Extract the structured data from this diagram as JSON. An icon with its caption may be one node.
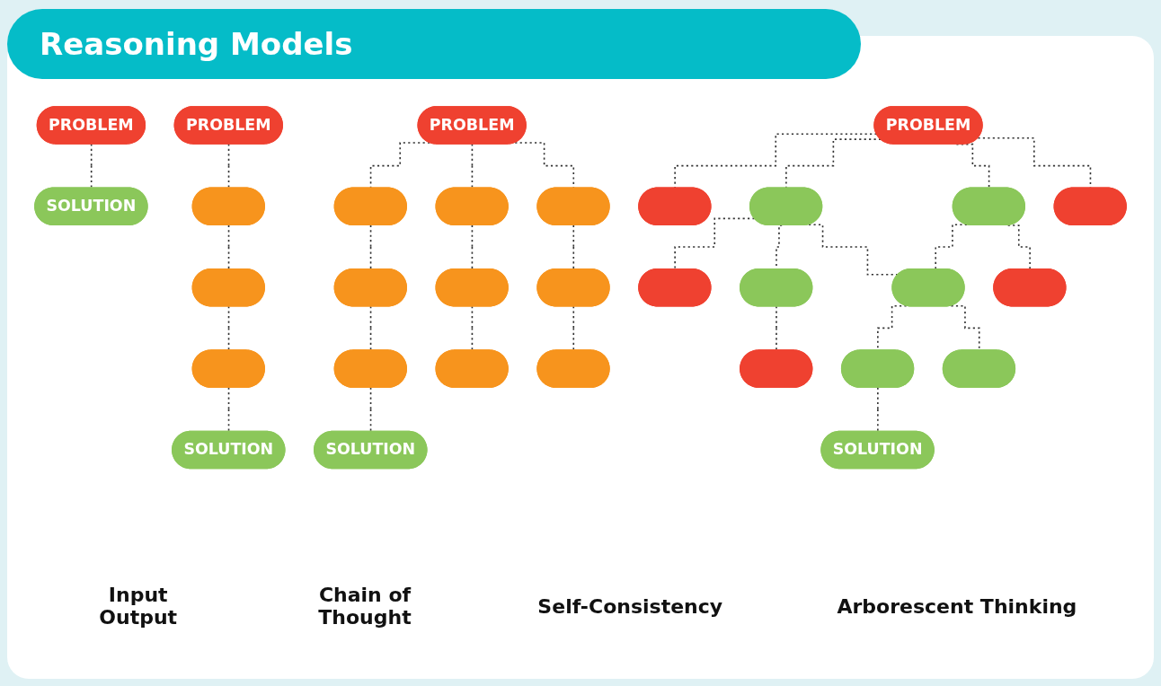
{
  "diagram": {
    "title": "Reasoning Models",
    "nodes": [
      {
        "text": [
          "PROBLEM"
        ]
      },
      {
        "text": [
          "SOLUTION"
        ]
      },
      {
        "text": [
          "PROBLEM"
        ]
      },
      {
        "text": [],
        "shape": "box"
      },
      {
        "text": [],
        "shape": "box"
      },
      {
        "text": [],
        "shape": "box"
      },
      {
        "text": [
          "SOLUTION"
        ]
      },
      {
        "text": [
          "PROBLEM"
        ]
      },
      {
        "text": [],
        "shape": "box"
      },
      {
        "text": [],
        "shape": "box"
      },
      {
        "text": [],
        "shape": "box"
      },
      {
        "text": [],
        "shape": "box"
      },
      {
        "text": [],
        "shape": "box"
      },
      {
        "text": [],
        "shape": "box"
      },
      {
        "text": [],
        "shape": "box"
      },
      {
        "text": [],
        "shape": "box"
      },
      {
        "text": [],
        "shape": "box"
      },
      {
        "text": [
          "SOLUTION"
        ]
      },
      {
        "text": [
          "PROBLEM"
        ]
      },
      {
        "text": [],
        "shape": "box"
      },
      {
        "text": [],
        "shape": "box"
      },
      {
        "text": [],
        "shape": "box"
      },
      {
        "text": [],
        "shape": "box"
      },
      {
        "text": [],
        "shape": "box"
      },
      {
        "text": [],
        "shape": "box"
      },
      {
        "text": [],
        "shape": "box"
      },
      {
        "text": [],
        "shape": "box"
      },
      {
        "text": [],
        "shape": "box"
      },
      {
        "text": [],
        "shape": "box"
      },
      {
        "text": [],
        "shape": "box"
      },
      {
        "text": [
          "SOLUTION"
        ]
      }
    ],
    "edges": [
      {
        "from": 0,
        "to": 1,
        "arrow": "none"
      },
      {
        "from": 2,
        "to": 3,
        "arrow": "none"
      },
      {
        "from": 3,
        "to": 4,
        "arrow": "none"
      },
      {
        "from": 4,
        "to": 5,
        "arrow": "none"
      },
      {
        "from": 5,
        "to": 6,
        "arrow": "none"
      },
      {
        "from": 7,
        "to": 8,
        "arrow": "none"
      },
      {
        "from": 7,
        "to": 9,
        "arrow": "none"
      },
      {
        "from": 7,
        "to": 10,
        "arrow": "none"
      },
      {
        "from": 8,
        "to": 11,
        "arrow": "none"
      },
      {
        "from": 11,
        "to": 14,
        "arrow": "none"
      },
      {
        "from": 14,
        "to": 17,
        "arrow": "none"
      },
      {
        "from": 9,
        "to": 12,
        "arrow": "none"
      },
      {
        "from": 12,
        "to": 15,
        "arrow": "none"
      },
      {
        "from": 10,
        "to": 13,
        "arrow": "none"
      },
      {
        "from": 13,
        "to": 16,
        "arrow": "none"
      },
      {
        "from": 18,
        "to": 19,
        "arrow": "none"
      },
      {
        "from": 18,
        "to": 20,
        "arrow": "none"
      },
      {
        "from": 18,
        "to": 21,
        "arrow": "none"
      },
      {
        "from": 18,
        "to": 22,
        "arrow": "none"
      },
      {
        "from": 20,
        "to": 23,
        "arrow": "none"
      },
      {
        "from": 20,
        "to": 24,
        "arrow": "none"
      },
      {
        "from": 20,
        "to": 25,
        "arrow": "none"
      },
      {
        "from": 21,
        "to": 25,
        "arrow": "none"
      },
      {
        "from": 21,
        "to": 26,
        "arrow": "none"
      },
      {
        "from": 24,
        "to": 27,
        "arrow": "none"
      },
      {
        "from": 25,
        "to": 28,
        "arrow": "none"
      },
      {
        "from": 25,
        "to": 29,
        "arrow": "none"
      },
      {
        "from": 28,
        "to": 30,
        "arrow": "none"
      }
    ],
    "labels": [
      "Input Output",
      "Chain of Thought",
      "Self-Consistency",
      "Arborescent Thinking"
    ]
  }
}
